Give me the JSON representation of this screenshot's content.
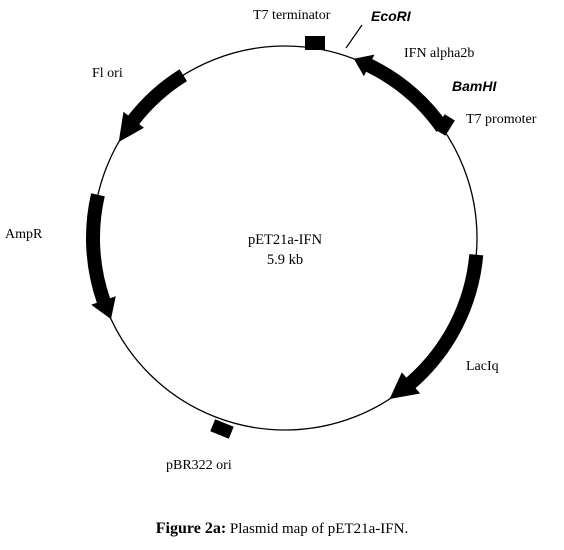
{
  "plasmid": {
    "name": "pET21a-IFN",
    "size": "5.9 kb"
  },
  "features": {
    "t7_terminator": "T7 terminator",
    "ecori": "EcoRI",
    "ifn": "IFN alpha2b",
    "bamhi": "BamHI",
    "t7_promoter": "T7 promoter",
    "f1_ori": "Fl ori",
    "ampr": "AmpR",
    "laciq": "LacIq",
    "pbr322": "pBR322 ori"
  },
  "caption": {
    "label": "Figure 2a:",
    "text": "Plasmid map of pET21a-IFN."
  },
  "colors": {
    "ink": "#000000",
    "background": "#ffffff"
  }
}
